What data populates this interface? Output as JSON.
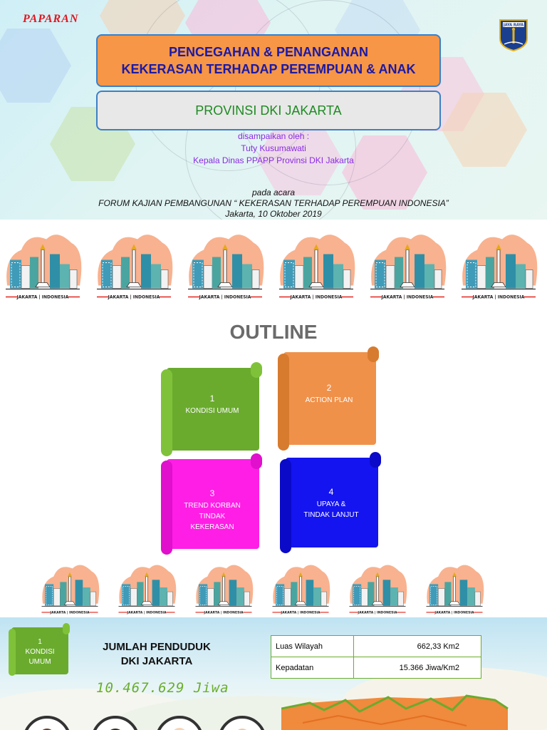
{
  "slide1": {
    "corner_label": "PAPARAN",
    "logo_text": "JAYA RAYA",
    "title_line1": "PENCEGAHAN & PENANGANAN",
    "title_line2": "KEKERASAN TERHADAP PEREMPUAN & ANAK",
    "province": "PROVINSI DKI JAKARTA",
    "presented_by": "disampaikan oleh :",
    "presenter_name": "Tuty Kusumawati",
    "presenter_role": "Kepala Dinas PPAPP Provinsi  DKI Jakarta",
    "event_intro": "pada acara",
    "event_name": "FORUM KAJIAN PEMBANGUNAN “ KEKERASAN TERHADAP PEREMPUAN INDONESIA”",
    "event_date": "Jakarta, 10 Oktober 2019"
  },
  "skyline_caption": "JAKARTA | INDONESIA",
  "outline": {
    "title": "OUTLINE",
    "items": [
      {
        "number": "1",
        "lines": [
          "KONDISI UMUM"
        ],
        "color": "#6aab2e",
        "roll_color": "#7fc23a"
      },
      {
        "number": "2",
        "lines": [
          "ACTION PLAN"
        ],
        "color": "#f0914a",
        "roll_color": "#d77b2f"
      },
      {
        "number": "3",
        "lines": [
          "TREND KORBAN",
          "TINDAK",
          "KEKERASAN"
        ],
        "color": "#ff1ee6",
        "roll_color": "#e010cc"
      },
      {
        "number": "4",
        "lines": [
          "UPAYA &",
          "TINDAK LANJUT"
        ],
        "color": "#1414f0",
        "roll_color": "#0a0ac8"
      }
    ]
  },
  "slide3": {
    "badge_number": "1",
    "badge_line1": "KONDISI",
    "badge_line2": "UMUM",
    "title_line1": "JUMLAH PENDUDUK",
    "title_line2": "DKI JAKARTA",
    "population": "10.467.629 Jiwa",
    "stats": [
      {
        "label": "Luas Wilayah",
        "value": "662,33 Km2"
      },
      {
        "label": "Kepadatan",
        "value": "15.366 Jiwa/Km2"
      }
    ]
  }
}
